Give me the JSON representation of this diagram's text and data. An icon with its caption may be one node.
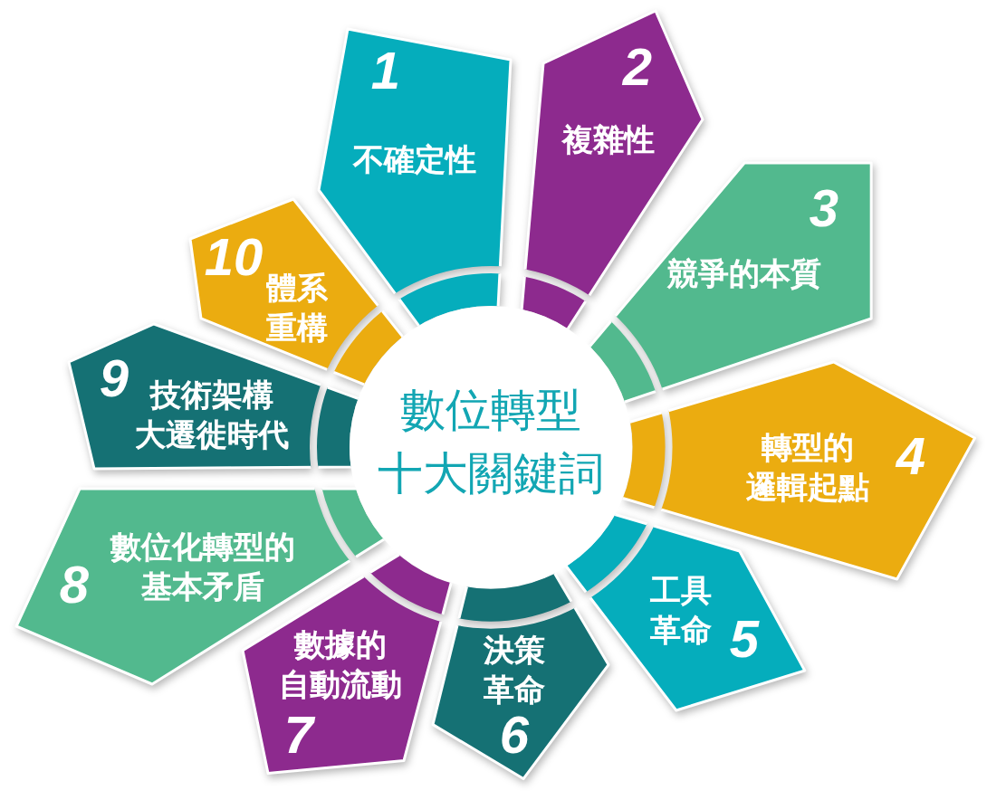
{
  "diagram": {
    "nodes": [
      {
        "text": [
          "數位轉型十大關鍵詞"
        ]
      },
      {
        "text": [
          "1",
          "不確定性"
        ]
      },
      {
        "text": [
          "2",
          "複雜性"
        ]
      },
      {
        "text": [
          "3",
          "競爭的本質"
        ]
      },
      {
        "text": [
          "轉型的邏輯起點",
          "4"
        ]
      },
      {
        "text": [
          "工具革命",
          "5"
        ]
      },
      {
        "text": [
          "決策革命",
          "6"
        ]
      },
      {
        "text": [
          "數據的自動流動",
          "7"
        ]
      },
      {
        "text": [
          "8",
          "數位化轉型的基本矛盾"
        ]
      },
      {
        "text": [
          "9",
          "技術架構大遷徙時代"
        ]
      },
      {
        "text": [
          "10",
          "體系重構"
        ]
      }
    ]
  }
}
